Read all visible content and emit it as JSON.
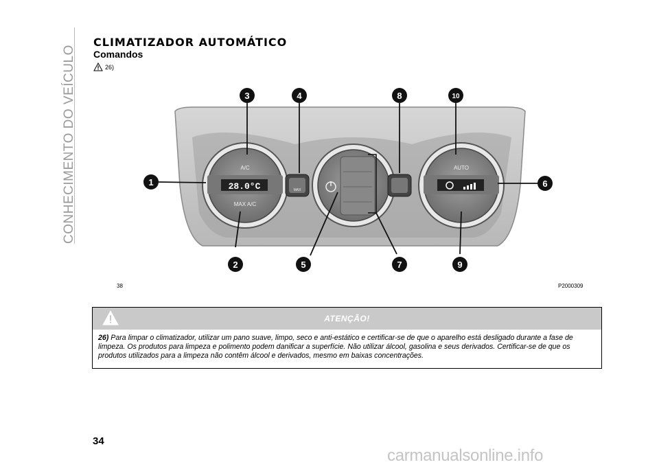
{
  "side_title": "CONHECIMENTO DO VEÍCULO",
  "heading": "CLIMATIZADOR AUTOMÁTICO",
  "subheading": "Comandos",
  "warning_ref": "26)",
  "figure": {
    "number": "38",
    "code": "P2000309",
    "callouts": [
      "1",
      "2",
      "3",
      "4",
      "5",
      "6",
      "7",
      "8",
      "9",
      "10"
    ],
    "display_left": "28.0°C",
    "label_ac": "A/C",
    "label_max_ac": "MAX A/C",
    "label_auto": "AUTO",
    "label_max": "MAX"
  },
  "warning": {
    "title": "ATENÇÃO!",
    "ref": "26)",
    "text": "Para limpar o climatizador, utilizar um pano suave, limpo, seco e anti-estático e certificar-se de que o aparelho está desligado durante a fase de limpeza. Os produtos para limpeza e polimento podem danificar a superfície. Não utilizar álcool, gasolina e seus derivados. Certificar-se de que os produtos utilizados para a limpeza não contêm álcool e derivados, mesmo em baixas concentrações."
  },
  "page_number": "34",
  "watermark": "carmanualsonline.info",
  "colors": {
    "callout_fill": "#111111",
    "panel": "#c8c8c8",
    "warn_header": "#c9c9c9"
  }
}
